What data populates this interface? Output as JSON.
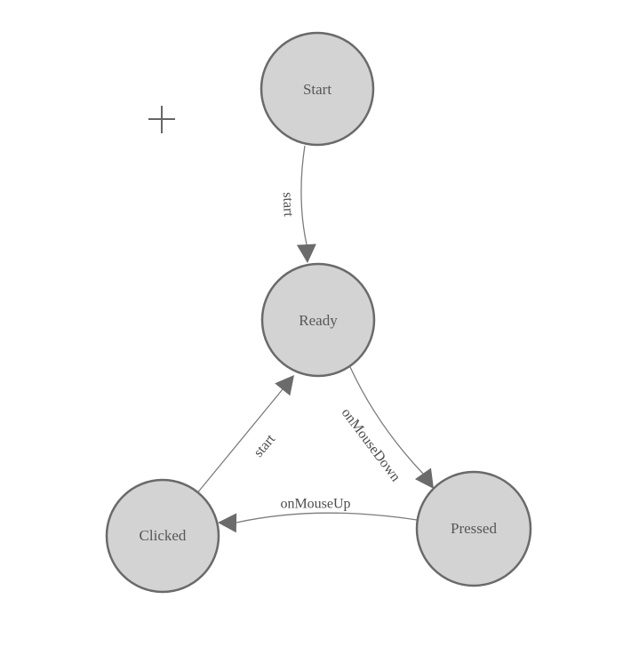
{
  "diagram": {
    "nodes": [
      {
        "id": "start",
        "label": "Start"
      },
      {
        "id": "ready",
        "label": "Ready"
      },
      {
        "id": "clicked",
        "label": "Clicked"
      },
      {
        "id": "pressed",
        "label": "Pressed"
      }
    ],
    "edges": [
      {
        "from": "Start",
        "to": "Ready",
        "label": "start"
      },
      {
        "from": "Ready",
        "to": "Pressed",
        "label": "onMouseDown"
      },
      {
        "from": "Pressed",
        "to": "Clicked",
        "label": "onMouseUp"
      },
      {
        "from": "Clicked",
        "to": "Ready",
        "label": "start"
      }
    ],
    "cursor_icon": "plus-crosshair",
    "colors": {
      "background": "#ffffff",
      "node_fill": "#d3d3d3",
      "node_stroke": "#6a6a6a",
      "edge_stroke": "#7c7c7c",
      "arrow_fill": "#6b6b6b",
      "node_text": "#575757",
      "edge_text": "#4d4d4d",
      "cursor": "#666666"
    }
  }
}
